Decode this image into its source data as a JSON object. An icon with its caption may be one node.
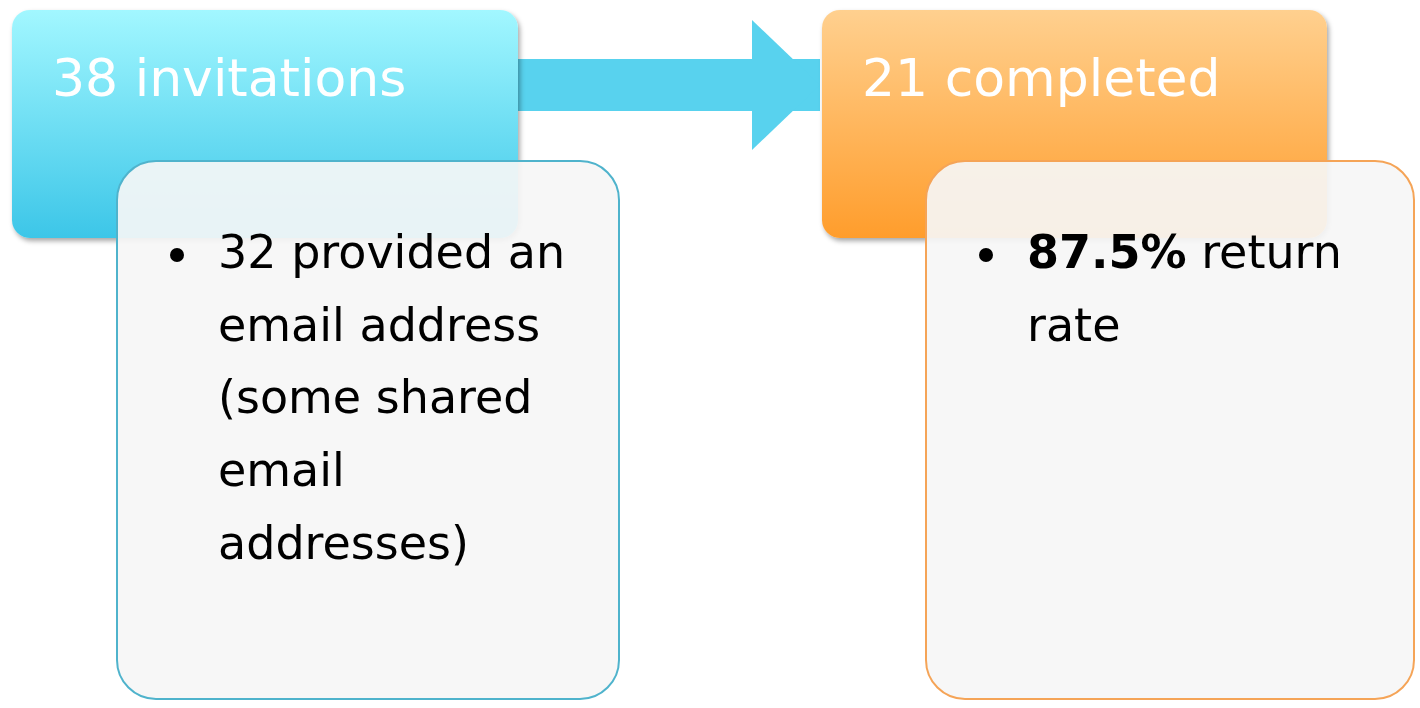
{
  "diagram": {
    "nodes": [
      {
        "text": [
          "38 invitations"
        ]
      },
      {
        "text": [
          "32 provided an email address (some shared email addresses)"
        ]
      },
      {
        "text": [
          "21 completed"
        ]
      },
      {
        "text": [
          "**87.5%** return rate"
        ]
      }
    ],
    "edges": [
      {
        "from": 0,
        "to": 2,
        "arrow": "to"
      }
    ]
  }
}
